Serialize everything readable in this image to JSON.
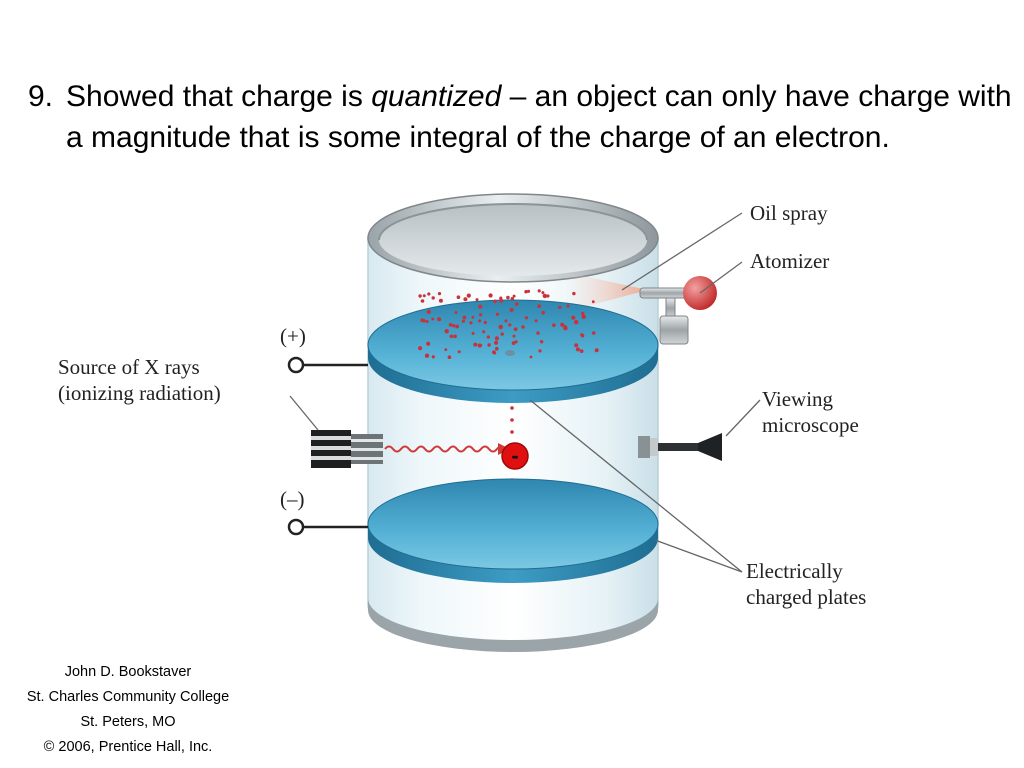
{
  "bullet": {
    "number": "9.",
    "text_before": "Showed that charge is ",
    "text_em": "quantized",
    "text_after": " – an object can only have charge with a magnitude that is some integral of the charge of an electron."
  },
  "diagram": {
    "labels": {
      "oil_spray": "Oil spray",
      "atomizer": "Atomizer",
      "viewing_1": "Viewing",
      "viewing_2": "microscope",
      "xray_1": "Source of X rays",
      "xray_2": "(ionizing radiation)",
      "plus": "(+)",
      "minus": "(–)",
      "plates_1": "Electrically",
      "plates_2": "charged plates",
      "electron": "-"
    },
    "colors": {
      "plate": "#3a9cc4",
      "droplet": "#c8323a",
      "electron": "#e01010",
      "bulb": "#d63a3a",
      "glass": "#cfe6ee"
    }
  },
  "footer": {
    "line1": "John D. Bookstaver",
    "line2": "St. Charles Community College",
    "line3": "St. Peters, MO",
    "line4": "© 2006, Prentice Hall, Inc."
  }
}
